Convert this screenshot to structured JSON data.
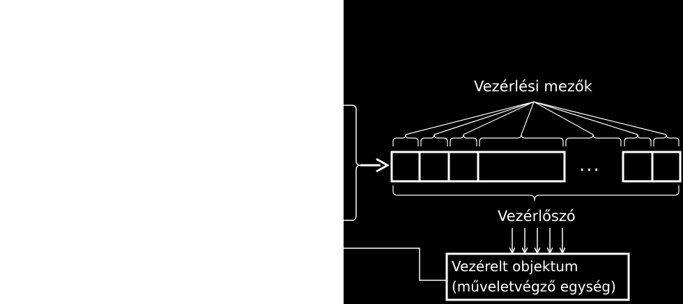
{
  "diagram": {
    "fields_label": "Vezérlési mezők",
    "word_label": "Vezérlőszó",
    "ellipsis": "...",
    "object_label_line1": "Vezérelt objektum",
    "object_label_line2": "(műveletvégző egység)"
  },
  "colors": {
    "background": "#000000",
    "panel": "#ffffff",
    "stroke": "#ffffff"
  }
}
